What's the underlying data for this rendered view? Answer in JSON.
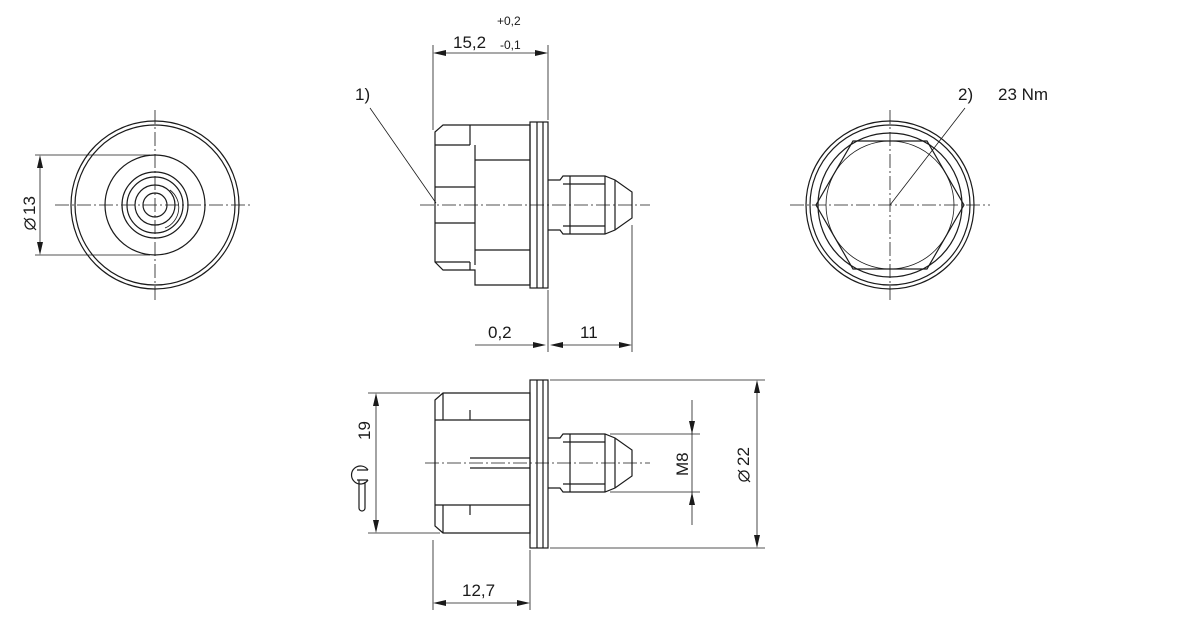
{
  "labels": {
    "dim_length": "15,2",
    "tol_plus": "+0,2",
    "tol_minus": "-0,1",
    "note1": "1)",
    "note2": "2)",
    "torque": "23 Nm",
    "dia_13": "13",
    "dim_02": "0,2",
    "dim_11": "11",
    "dia_22": "22",
    "thread": "M8",
    "wrench": "19",
    "dim_127": "12,7"
  }
}
